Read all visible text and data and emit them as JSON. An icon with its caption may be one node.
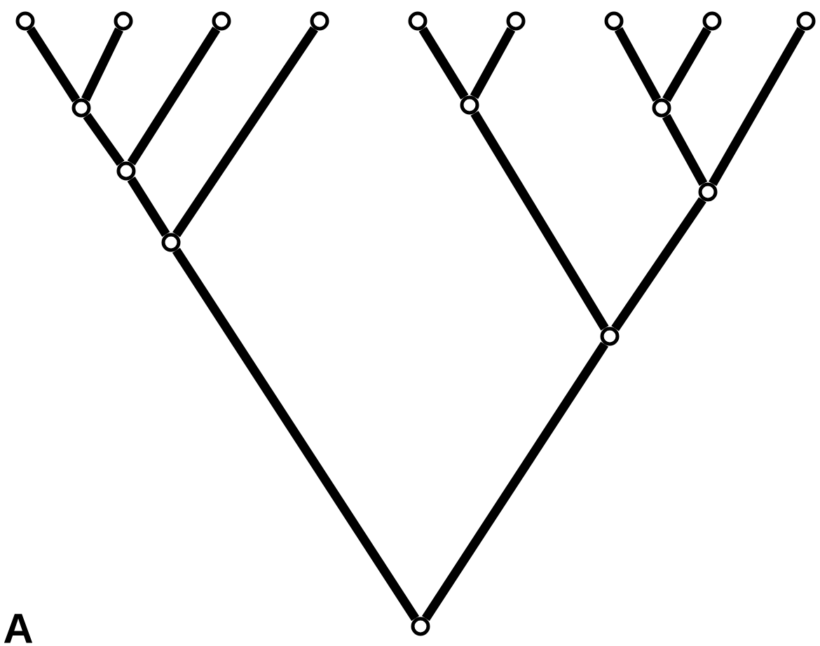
{
  "diagram": {
    "nodes": [
      {
        "text": [],
        "shape": "circle"
      },
      {
        "text": [],
        "shape": "circle"
      },
      {
        "text": [],
        "shape": "circle"
      },
      {
        "text": [],
        "shape": "circle"
      },
      {
        "text": [],
        "shape": "circle"
      },
      {
        "text": [],
        "shape": "circle"
      },
      {
        "text": [],
        "shape": "circle"
      },
      {
        "text": [],
        "shape": "circle"
      },
      {
        "text": [],
        "shape": "circle"
      },
      {
        "text": [],
        "shape": "circle"
      },
      {
        "text": [],
        "shape": "circle"
      },
      {
        "text": [],
        "shape": "circle"
      },
      {
        "text": [],
        "shape": "circle"
      },
      {
        "text": [],
        "shape": "circle"
      },
      {
        "text": [],
        "shape": "circle"
      },
      {
        "text": [],
        "shape": "circle"
      },
      {
        "text": [],
        "shape": "circle"
      }
    ],
    "edges": [
      {
        "from": 9,
        "to": 0,
        "arrow": "none"
      },
      {
        "from": 9,
        "to": 1,
        "arrow": "none"
      },
      {
        "from": 12,
        "to": 9,
        "arrow": "none"
      },
      {
        "from": 12,
        "to": 2,
        "arrow": "none"
      },
      {
        "from": 14,
        "to": 12,
        "arrow": "none"
      },
      {
        "from": 14,
        "to": 3,
        "arrow": "none"
      },
      {
        "from": 10,
        "to": 4,
        "arrow": "none"
      },
      {
        "from": 10,
        "to": 5,
        "arrow": "none"
      },
      {
        "from": 11,
        "to": 6,
        "arrow": "none"
      },
      {
        "from": 11,
        "to": 7,
        "arrow": "none"
      },
      {
        "from": 13,
        "to": 11,
        "arrow": "none"
      },
      {
        "from": 13,
        "to": 8,
        "arrow": "none"
      },
      {
        "from": 15,
        "to": 10,
        "arrow": "none"
      },
      {
        "from": 15,
        "to": 13,
        "arrow": "none"
      },
      {
        "from": 16,
        "to": 14,
        "arrow": "none"
      },
      {
        "from": 16,
        "to": 15,
        "arrow": "none"
      }
    ],
    "labels": [
      "A"
    ]
  }
}
